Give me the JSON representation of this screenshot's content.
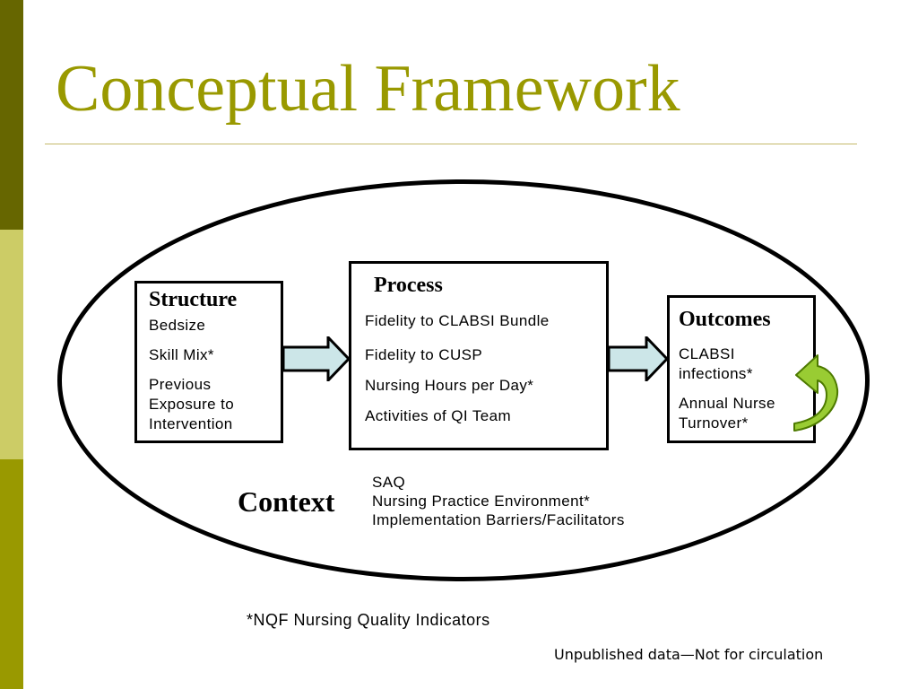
{
  "slide": {
    "title": "Conceptual Framework",
    "colors": {
      "title": "#999900",
      "band_dark": "#666600",
      "band_light": "#cccc66",
      "band_mid": "#999900",
      "arrow_fill": "#cce6e8",
      "cycle_arrow": "#99cc33"
    }
  },
  "diagram": {
    "structure": {
      "title": "Structure",
      "items": [
        "Bedsize",
        "Skill Mix*",
        "Previous Exposure to Intervention"
      ]
    },
    "process": {
      "title": "Process",
      "items": [
        "Fidelity to CLABSI Bundle",
        "Fidelity to CUSP",
        "Nursing Hours per Day*",
        "Activities of QI Team"
      ]
    },
    "outcomes": {
      "title": "Outcomes",
      "items": [
        "CLABSI infections*",
        "Annual Nurse Turnover*"
      ]
    },
    "context": {
      "label": "Context",
      "items": [
        "SAQ",
        "Nursing Practice Environment*",
        "Implementation Barriers/Facilitators"
      ]
    },
    "edges": [
      {
        "from": "structure",
        "to": "process",
        "icon": "block-arrow-right"
      },
      {
        "from": "process",
        "to": "outcomes",
        "icon": "block-arrow-right"
      },
      {
        "from": "outcomes",
        "to": "outcomes",
        "icon": "curved-cycle-arrow"
      }
    ]
  },
  "footnote": "*NQF Nursing Quality Indicators",
  "disclaimer": "Unpublished data—Not for circulation"
}
